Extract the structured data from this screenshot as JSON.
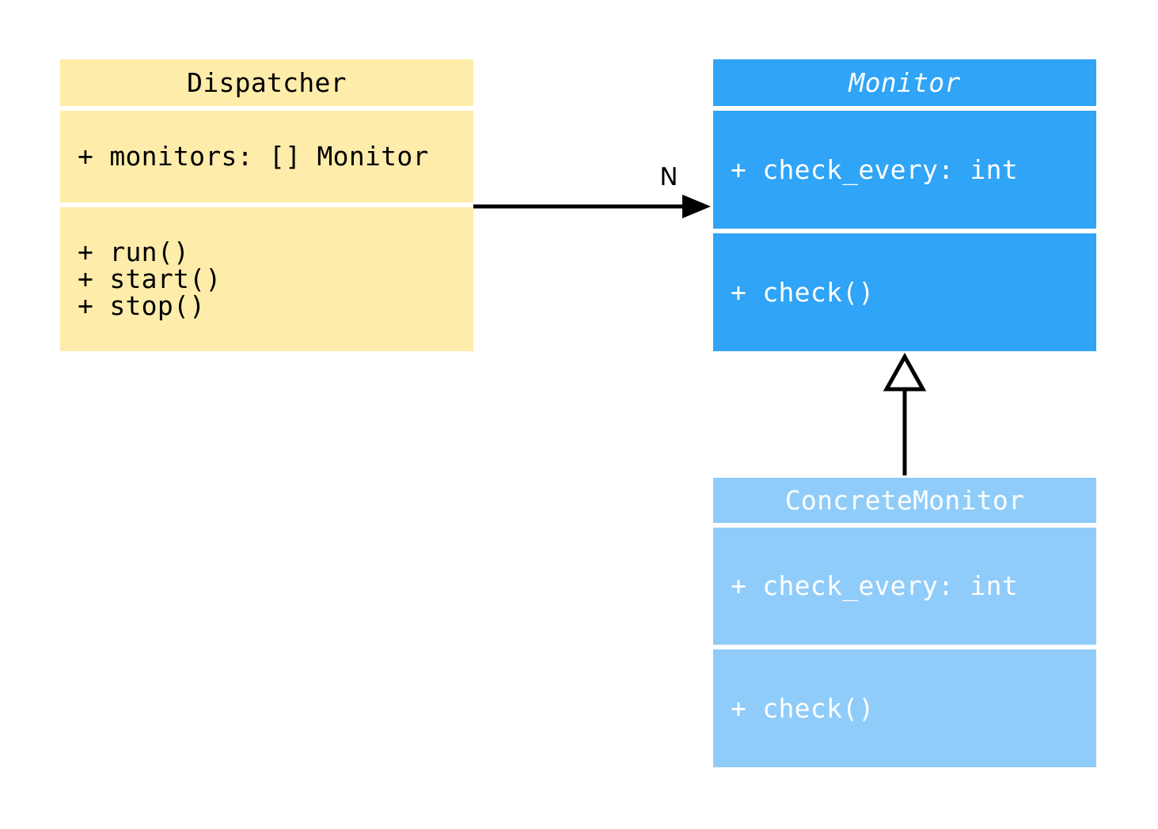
{
  "diagram": {
    "type": "uml-class-diagram",
    "background": "#ffffff",
    "edge_color": "#000000"
  },
  "classes": {
    "dispatcher": {
      "name": "Dispatcher",
      "fill": "#feecaa",
      "text_color": "#000000",
      "attributes": [
        "+ monitors: [] Monitor"
      ],
      "methods": [
        "+ run()",
        "+ start()",
        "+ stop()"
      ]
    },
    "monitor": {
      "name": "Monitor",
      "abstract_italic": true,
      "fill": "#30a4f6",
      "text_color": "#ffffff",
      "attributes": [
        "+ check_every: int"
      ],
      "methods": [
        "+ check()"
      ]
    },
    "concrete_monitor": {
      "name": "ConcreteMonitor",
      "fill": "#90ccf9",
      "text_color": "#ffffff",
      "attributes": [
        "+ check_every: int"
      ],
      "methods": [
        "+ check()"
      ]
    }
  },
  "relationships": {
    "association": {
      "from": "Dispatcher",
      "to": "Monitor",
      "label": "N"
    },
    "inheritance": {
      "from": "ConcreteMonitor",
      "to": "Monitor"
    }
  }
}
